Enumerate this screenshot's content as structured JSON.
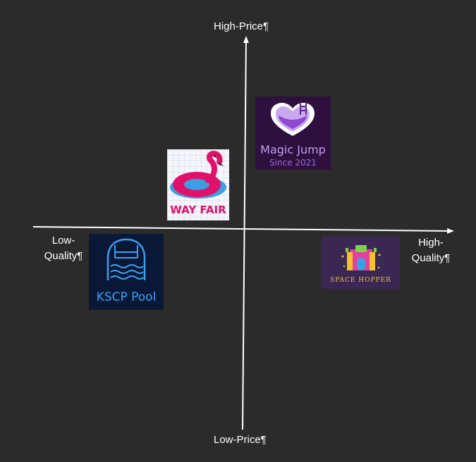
{
  "axes": {
    "top_label": "High-Price¶",
    "bottom_label": "Low-Price¶",
    "left_label_line1": "Low-",
    "left_label_line2": "Quality¶",
    "right_label_line1": "High-",
    "right_label_line2": "Quality¶",
    "line_color": "#ffffff"
  },
  "brands": {
    "magic_jump": {
      "name": "Magic Jump",
      "tagline": "Since 2021",
      "quadrant": "high-price high-quality",
      "bg": "#2e0f3d",
      "accent": "#9b4fd6"
    },
    "way_fair": {
      "name": "WAY FAIR",
      "quadrant": "high-price low-quality",
      "bg": "#f4f6fb",
      "accent": "#e0116b"
    },
    "kscp_pool": {
      "name": "KSCP Pool",
      "quadrant": "low-price low-quality",
      "bg": "#0a1838",
      "accent": "#3a9ff0"
    },
    "space_hopper": {
      "name": "SPACE HOPPER",
      "quadrant": "low-price high-quality",
      "bg": "#3a2753",
      "accent": "#f2c230"
    }
  }
}
